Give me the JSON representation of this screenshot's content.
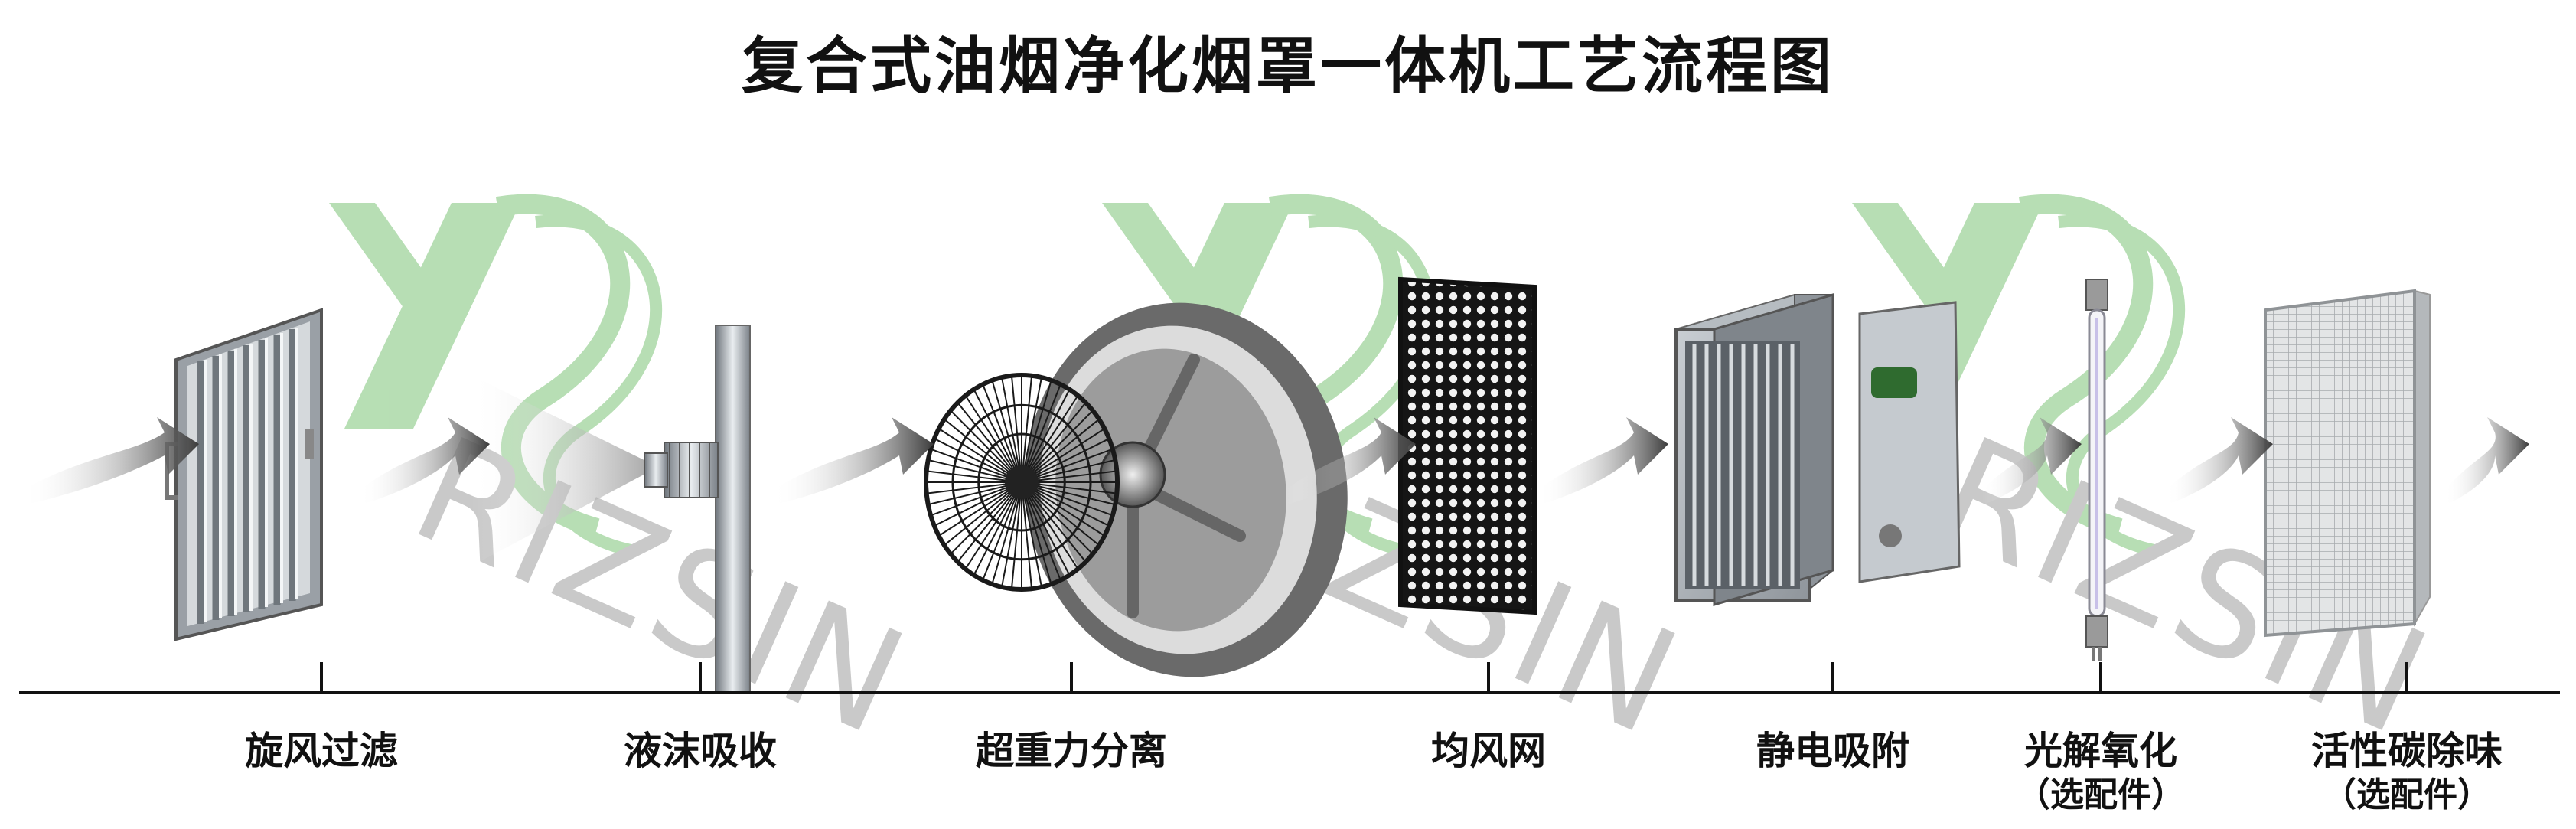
{
  "title": "复合式油烟净化烟罩一体机工艺流程图",
  "watermark": "RIZSIN",
  "stages": [
    {
      "label": "旋风过滤",
      "note": ""
    },
    {
      "label": "液沫吸收",
      "note": ""
    },
    {
      "label": "超重力分离",
      "note": ""
    },
    {
      "label": "均风网",
      "note": ""
    },
    {
      "label": "静电吸附",
      "note": ""
    },
    {
      "label": "光解氧化",
      "note": "（选配件）"
    },
    {
      "label": "活性碳除味",
      "note": "（选配件）"
    }
  ],
  "colors": {
    "watermark_green": "#9fd49b",
    "watermark_gray": "#b8b8b8",
    "arrow": "#555555",
    "line": "#111111"
  }
}
